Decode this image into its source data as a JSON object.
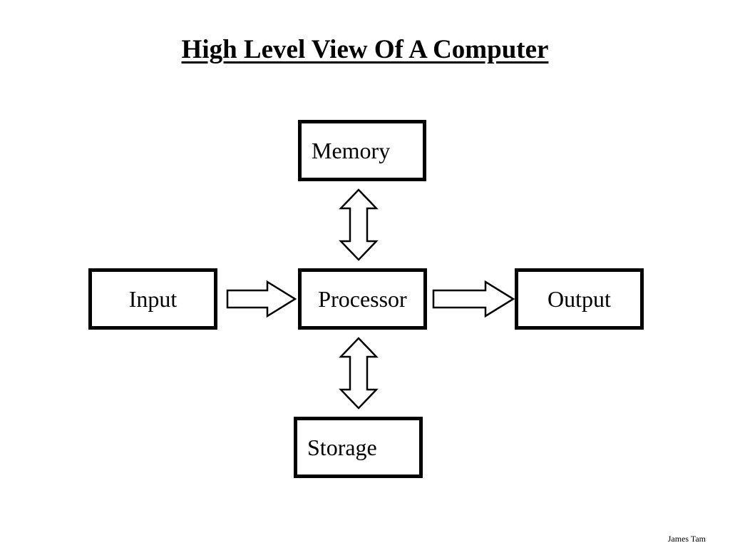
{
  "slide": {
    "title": "High Level View Of A Computer",
    "footer": "James Tam"
  },
  "diagram": {
    "nodes": {
      "memory": "Memory",
      "input": "Input",
      "processor": "Processor",
      "output": "Output",
      "storage": "Storage"
    },
    "edges": [
      {
        "from": "input",
        "to": "processor",
        "direction": "one-way"
      },
      {
        "from": "processor",
        "to": "output",
        "direction": "one-way"
      },
      {
        "from": "memory",
        "to": "processor",
        "direction": "two-way"
      },
      {
        "from": "processor",
        "to": "storage",
        "direction": "two-way"
      }
    ]
  }
}
